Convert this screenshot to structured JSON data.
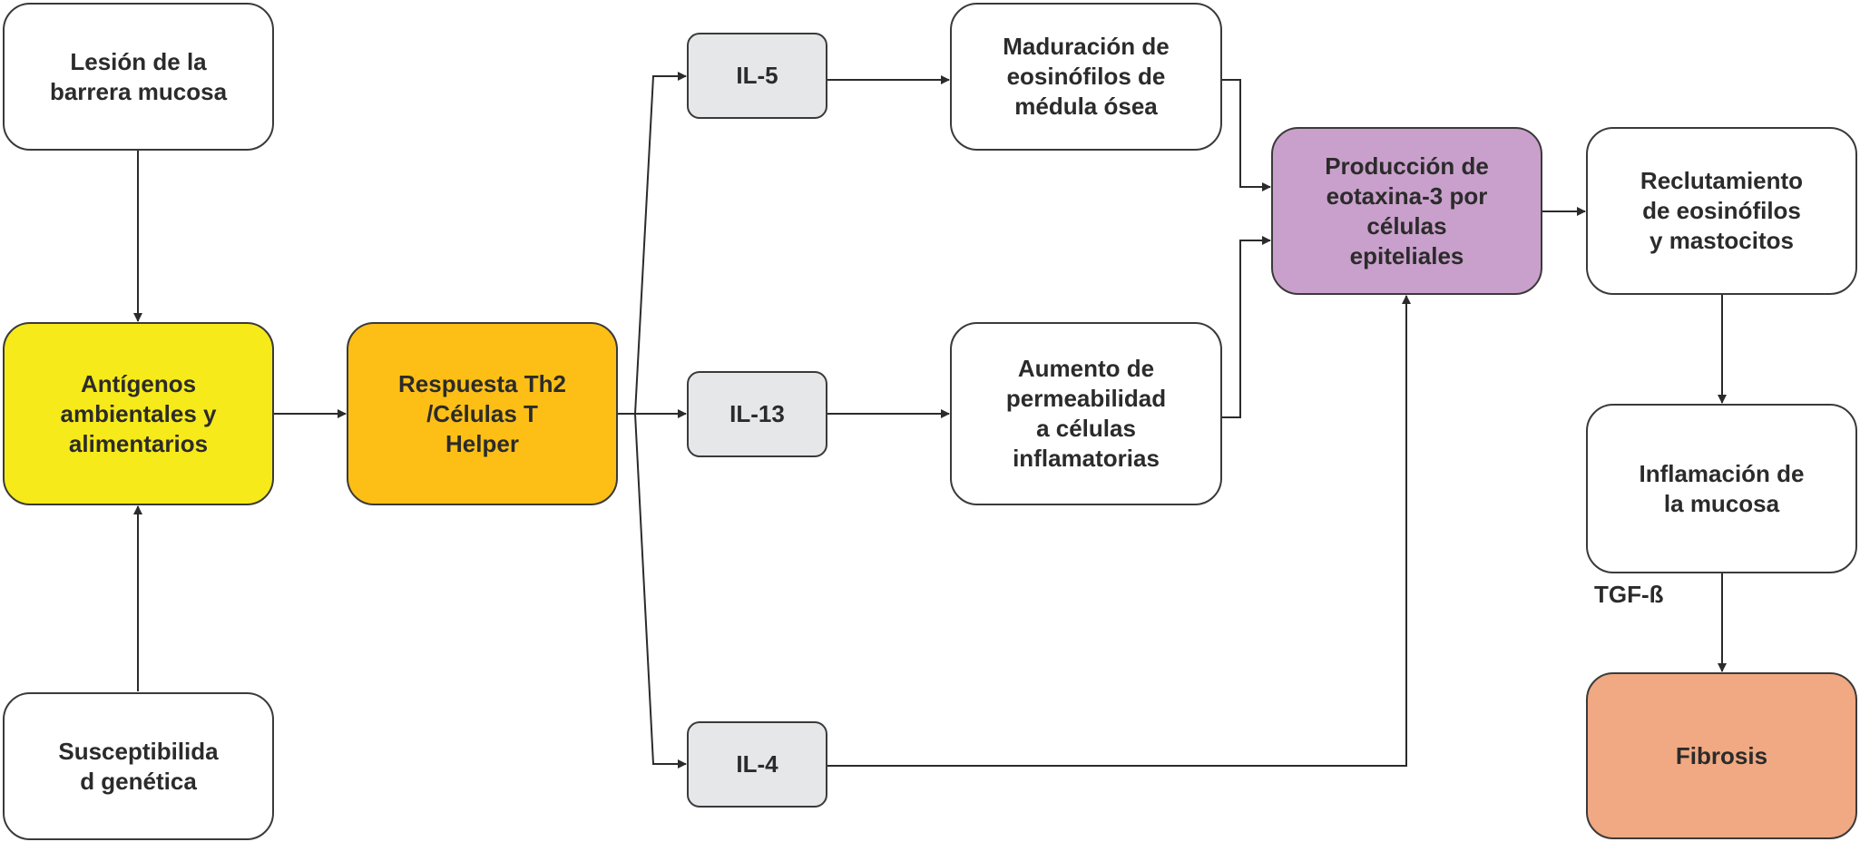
{
  "nodes": {
    "lesion": "Lesión de la\nbarrera mucosa",
    "antigenos": "Antígenos\nambientales y\nalimentarios",
    "susceptibilidad": "Susceptibilida\nd genética",
    "th2": "Respuesta Th2\n/Células T\nHelper",
    "il5": "IL-5",
    "il13": "IL-13",
    "il4": "IL-4",
    "maduracion": "Maduración de\neosinófilos de\nmédula ósea",
    "permeabilidad": "Aumento de\npermeabilidad\na células\ninflamatorias",
    "eotaxina": "Producción de\neotaxina-3 por\ncélulas\nepiteliales",
    "reclutamiento": "Reclutamiento\nde eosinófilos\ny mastocitos",
    "inflamacion": "Inflamación de\nla mucosa",
    "fibrosis": "Fibrosis"
  },
  "edge_label": "TGF-ß",
  "colors": {
    "antigenos": "#f7ea1a",
    "th2": "#fdbf16",
    "interleukin": "#e6e7e8",
    "eotaxina": "#c9a0cb",
    "fibrosis": "#f0a982",
    "default": "#ffffff",
    "line": "#2b2b2b"
  }
}
